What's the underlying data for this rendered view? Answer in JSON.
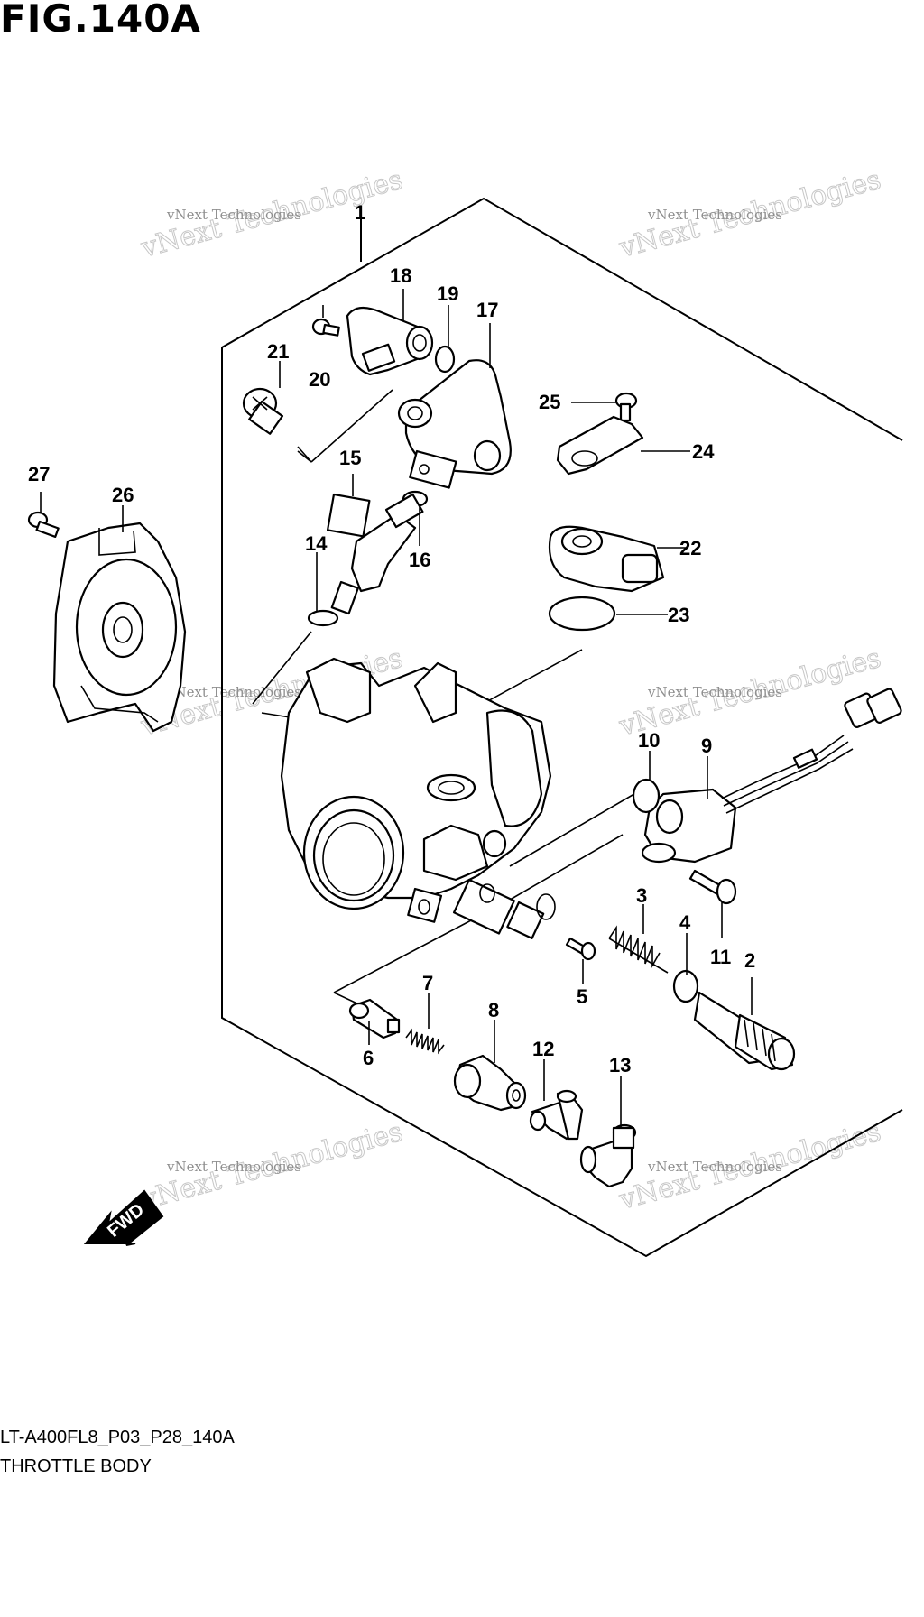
{
  "figure": {
    "title": "FIG.140A",
    "code": "LT-A400FL8_P03_P28_140A",
    "name": "THROTTLE BODY"
  },
  "watermark": {
    "big": "vNext Technologies",
    "small": "vNext Technologies"
  },
  "fwd_label": "FWD",
  "callouts": [
    "1",
    "2",
    "3",
    "4",
    "5",
    "6",
    "7",
    "8",
    "9",
    "10",
    "11",
    "12",
    "13",
    "14",
    "15",
    "16",
    "17",
    "18",
    "19",
    "20",
    "21",
    "22",
    "23",
    "24",
    "25",
    "26",
    "27"
  ]
}
